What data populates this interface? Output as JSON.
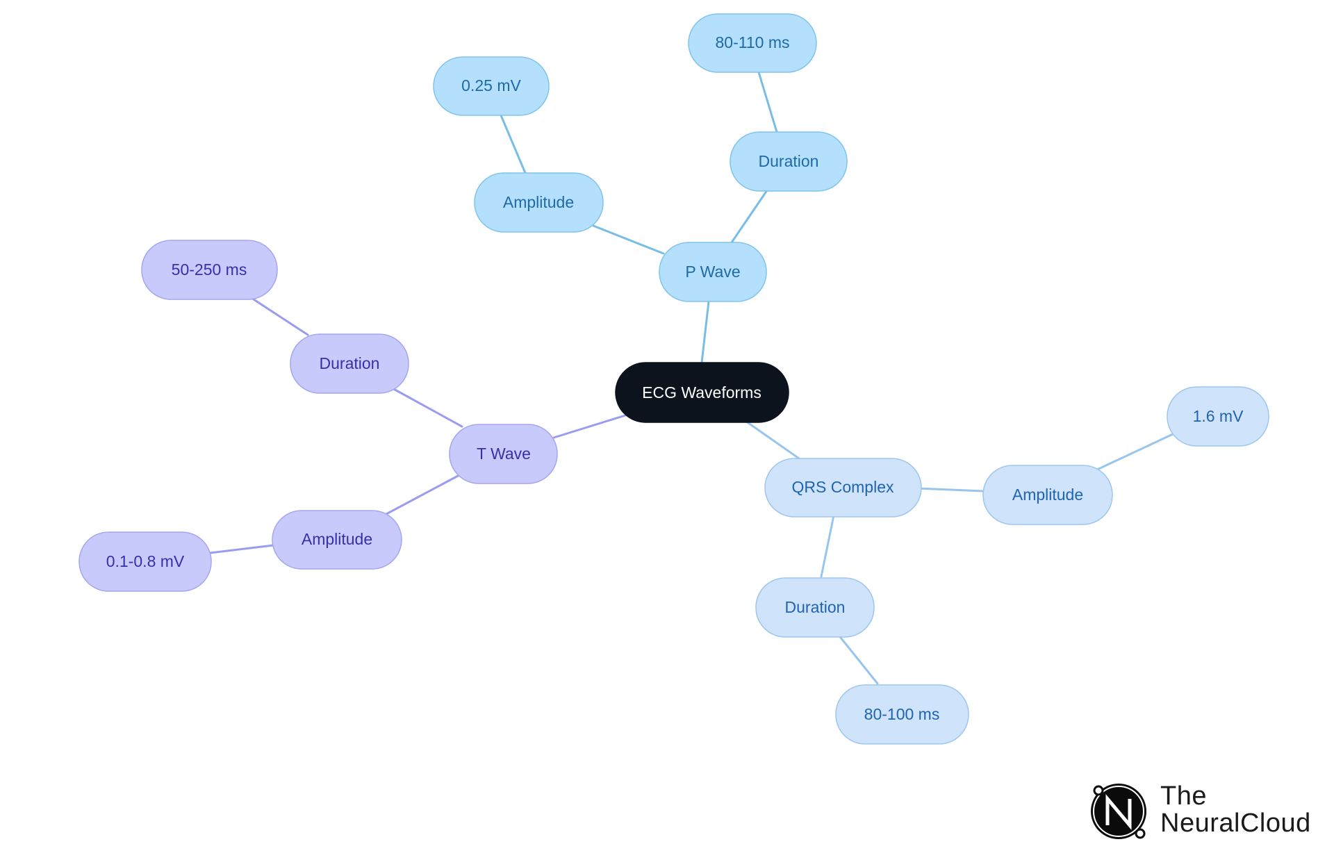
{
  "diagram": {
    "root": {
      "label": "ECG Waveforms"
    },
    "branches": {
      "p_wave": {
        "label": "P Wave",
        "amplitude": {
          "label": "Amplitude",
          "value": "0.25 mV"
        },
        "duration": {
          "label": "Duration",
          "value": "80-110 ms"
        }
      },
      "qrs_complex": {
        "label": "QRS Complex",
        "amplitude": {
          "label": "Amplitude",
          "value": "1.6 mV"
        },
        "duration": {
          "label": "Duration",
          "value": "80-100 ms"
        }
      },
      "t_wave": {
        "label": "T Wave",
        "amplitude": {
          "label": "Amplitude",
          "value": "0.1-0.8 mV"
        },
        "duration": {
          "label": "Duration",
          "value": "50-250 ms"
        }
      }
    },
    "colors": {
      "root_fill": "#0c131c",
      "p_wave_fill": "#b5e0fd",
      "qrs_fill": "#cfe3fa",
      "t_wave_fill": "#c9cafc"
    }
  },
  "brand": {
    "line1": "The",
    "line2": "NeuralCloud",
    "logo_icon": "neuralcloud-logo-icon"
  }
}
